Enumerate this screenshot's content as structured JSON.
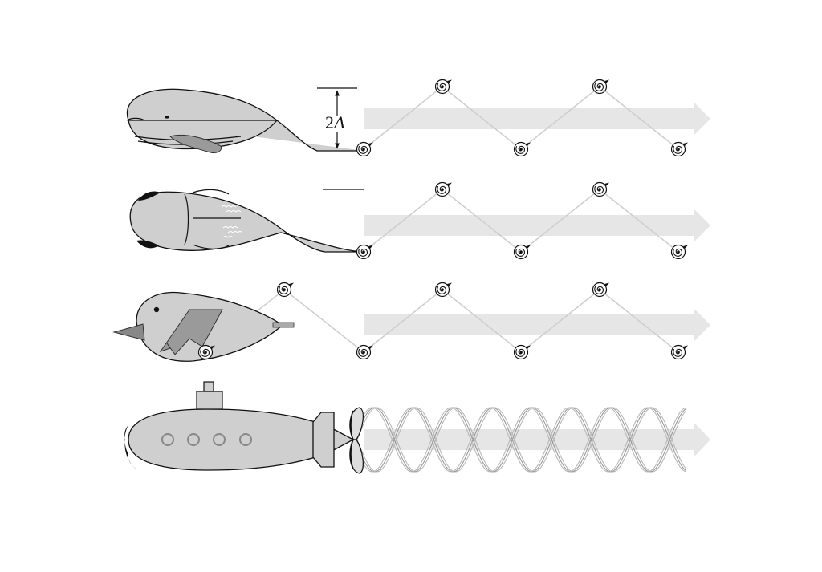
{
  "amplitude_label": {
    "value": "2",
    "symbol": "A"
  },
  "rows": [
    {
      "name": "whale",
      "wake": "reverse-karman-vortex-street"
    },
    {
      "name": "fish",
      "wake": "reverse-karman-vortex-street"
    },
    {
      "name": "bird",
      "wake": "reverse-karman-vortex-street"
    },
    {
      "name": "submarine",
      "wake": "helical-propeller-wake"
    }
  ],
  "colors": {
    "body": "#cfcfcf",
    "fin": "#9a9a9a",
    "arrow": "#e6e6e6",
    "wake": "#cfcfcf",
    "outline": "#111111"
  },
  "icons": [
    "vortex-icon",
    "propeller-icon",
    "arrow-icon"
  ]
}
